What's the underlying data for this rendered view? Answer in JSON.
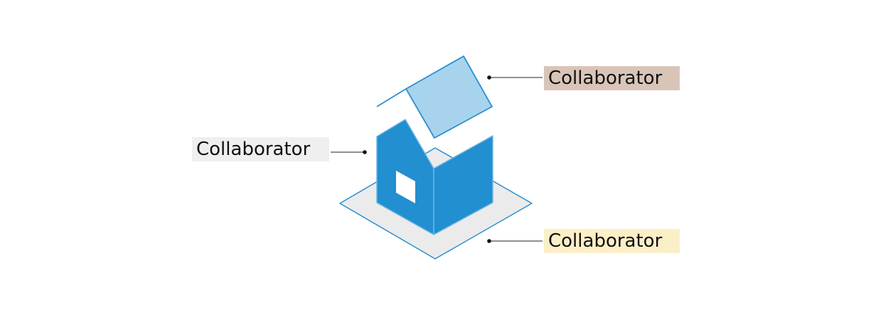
{
  "labels": {
    "roof": "Collaborator",
    "walls": "Collaborator",
    "base": "Collaborator"
  },
  "colors": {
    "outline": "#2b8fd0",
    "roof_fill": "#a8d3ed",
    "wall_fill": "#218fd0",
    "base_fill": "#ebebeb",
    "window_fill": "#ffffff",
    "leader": "#222222",
    "roof_label_bg": "#d9c5b8",
    "walls_label_bg": "#efefef",
    "base_label_bg": "#fbefc8"
  }
}
